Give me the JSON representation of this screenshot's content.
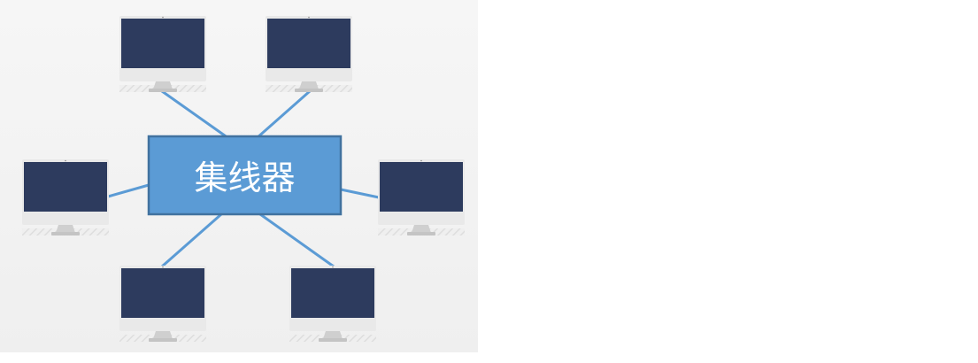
{
  "hub": {
    "label": "集线器",
    "fill_color": "#5b9bd5",
    "stroke_color": "#41729f"
  },
  "colors": {
    "link": "#5b9bd5",
    "screen": "#2d3b5e",
    "bezel": "#e9e9e9",
    "stand": "#cfcfcf",
    "shadow": "#d9d9d9",
    "background": "#f3f3f3"
  },
  "computers": [
    {
      "id": "top-left",
      "icon": "monitor-icon"
    },
    {
      "id": "top-right",
      "icon": "monitor-icon"
    },
    {
      "id": "middle-left",
      "icon": "monitor-icon"
    },
    {
      "id": "middle-right",
      "icon": "monitor-icon"
    },
    {
      "id": "bottom-left",
      "icon": "monitor-icon"
    },
    {
      "id": "bottom-right",
      "icon": "monitor-icon"
    }
  ]
}
